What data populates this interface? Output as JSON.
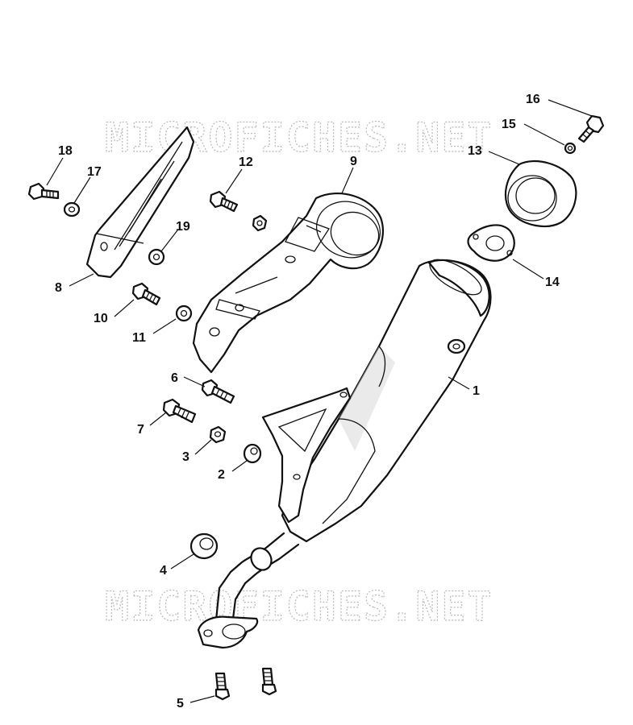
{
  "watermark": {
    "text": "MICROFICHES.NET"
  },
  "callouts": {
    "c1": "1",
    "c2": "2",
    "c3": "3",
    "c4": "4",
    "c5": "5",
    "c6": "6",
    "c7": "7",
    "c8": "8",
    "c9": "9",
    "c10": "10",
    "c11": "11",
    "c12": "12",
    "c13": "13",
    "c14": "14",
    "c15": "15",
    "c16": "16",
    "c17": "17",
    "c18": "18",
    "c19": "19"
  }
}
